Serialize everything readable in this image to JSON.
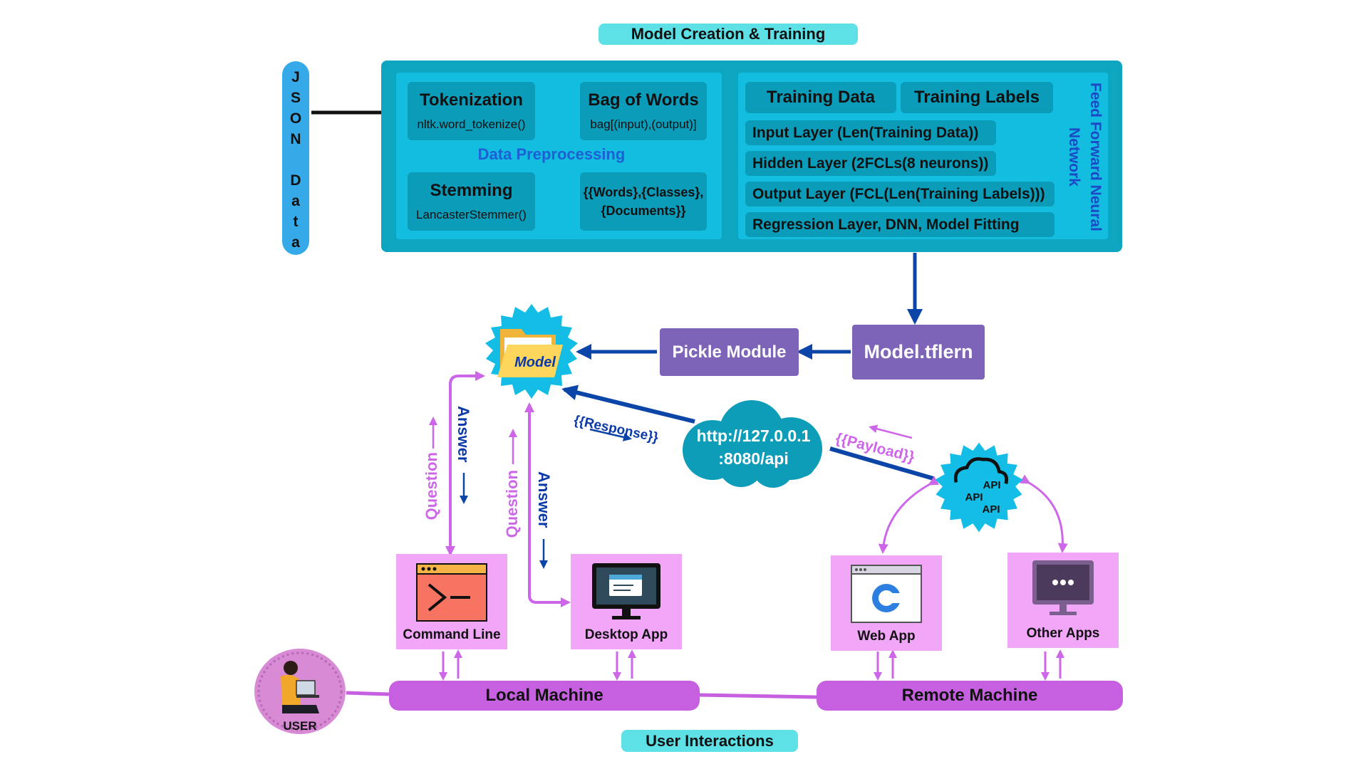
{
  "header": {
    "title": "Model Creation & Training"
  },
  "footer": {
    "title": "User Interactions"
  },
  "json_source": {
    "label": "JSON Data"
  },
  "preprocessing": {
    "section_label": "Data Preprocessing",
    "tokenization": {
      "title": "Tokenization",
      "sub": "nltk.word_tokenize()"
    },
    "bag_of_words": {
      "title": "Bag of Words",
      "sub": "bag[(input),(output)]"
    },
    "stemming": {
      "title": "Stemming",
      "sub": "LancasterStemmer()"
    },
    "collections": {
      "line1": "{{Words},{Classes},",
      "line2": "{Documents}}"
    }
  },
  "network": {
    "section_label": "Feed Forward Neural Network",
    "training_data": "Training Data",
    "training_labels": "Training Labels",
    "layers": [
      "Input Layer (Len(Training Data))",
      "Hidden Layer (2FCLs(8 neurons))",
      "Output Layer (FCL(Len(Training Labels)))",
      "Regression Layer, DNN, Model Fitting"
    ]
  },
  "pipeline": {
    "model_file": "Model.tflern",
    "pickle": "Pickle Module",
    "model_badge": "Model"
  },
  "api": {
    "url_line1": "http://127.0.0.1",
    "url_line2": ":8080/api",
    "response": "{{Response}}",
    "payload": "{{Payload}}",
    "badge_words": [
      "API",
      "API",
      "API"
    ]
  },
  "flows": {
    "question": "Question",
    "answer": "Answer"
  },
  "clients": {
    "command_line": "Command Line",
    "desktop_app": "Desktop App",
    "web_app": "Web App",
    "other_apps": "Other Apps"
  },
  "machines": {
    "local": "Local Machine",
    "remote": "Remote Machine"
  },
  "user": {
    "label": "USER"
  },
  "colors": {
    "teal_dark": "#0ea5c0",
    "teal_light": "#12bde0",
    "cyan_pill": "#5de0e6",
    "purple": "#7d64b8",
    "pink_card": "#f1a6f7",
    "magenta_bar": "#c760e0",
    "arrow_blue": "#0b45a8",
    "arrow_pink": "#cd66e8"
  }
}
